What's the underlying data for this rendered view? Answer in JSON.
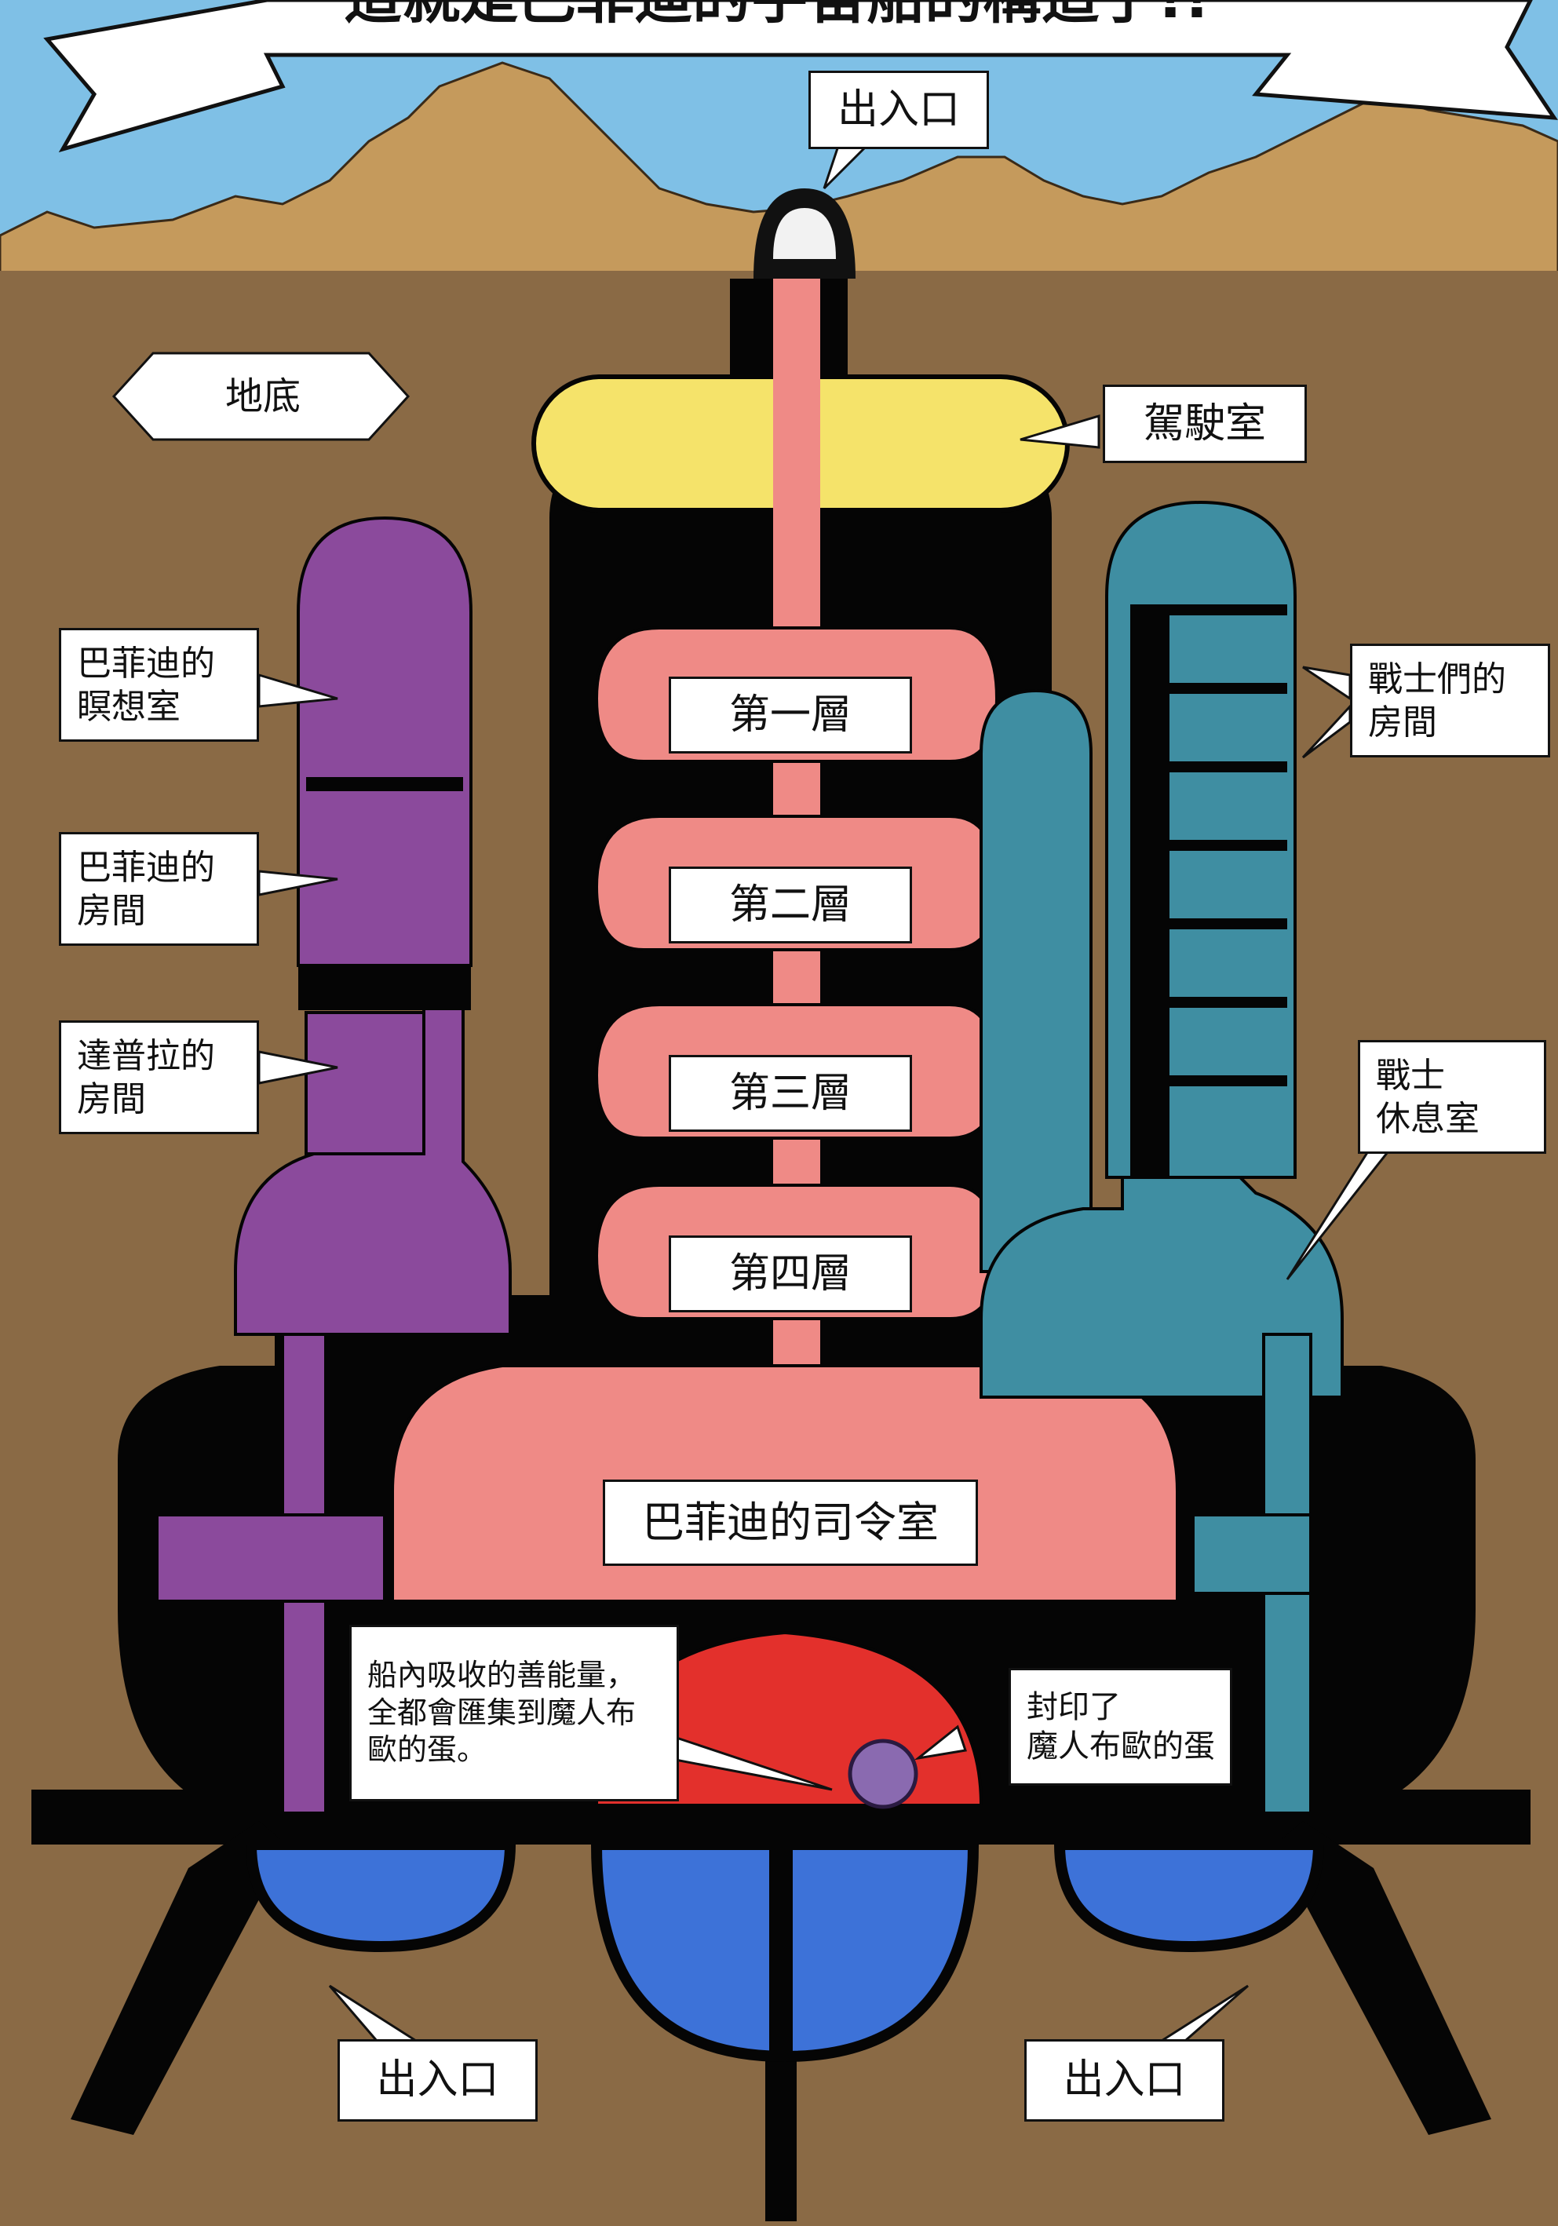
{
  "banner": {
    "title": "這就是巴菲迪的宇宙船的構造了!!"
  },
  "colors": {
    "ground": "#8a6a45",
    "sky": "#7fc0e6",
    "mountain": "#c59a5c",
    "cockpit": "#f5e36a",
    "corridor": "#ef8a86",
    "purple": "#8b4a9c",
    "teal": "#3f8ea2",
    "red": "#e3302c",
    "blue": "#3d72d8",
    "hull": "#050505"
  },
  "labels": {
    "underground": "地底",
    "top_entrance": "出入口",
    "cockpit": "駕駛室",
    "babidi_meditation": [
      "巴菲迪的",
      "瞑想室"
    ],
    "babidi_room": [
      "巴菲迪的",
      "房間"
    ],
    "dabura_room": [
      "達普拉的",
      "房間"
    ],
    "warriors_rooms": [
      "戰士們的",
      "房間"
    ],
    "warrior_lounge": [
      "戰士",
      "休息室"
    ],
    "floors": [
      "第一層",
      "第二層",
      "第三層",
      "第四層"
    ],
    "command_room": "巴菲迪的司令室",
    "energy_note": [
      "船內吸收的善能量，",
      "全都會匯集到魔人布",
      "歐的蛋。"
    ],
    "buu_egg": [
      "封印了",
      "魔人布歐的蛋"
    ],
    "left_entrance": "出入口",
    "right_entrance": "出入口"
  }
}
